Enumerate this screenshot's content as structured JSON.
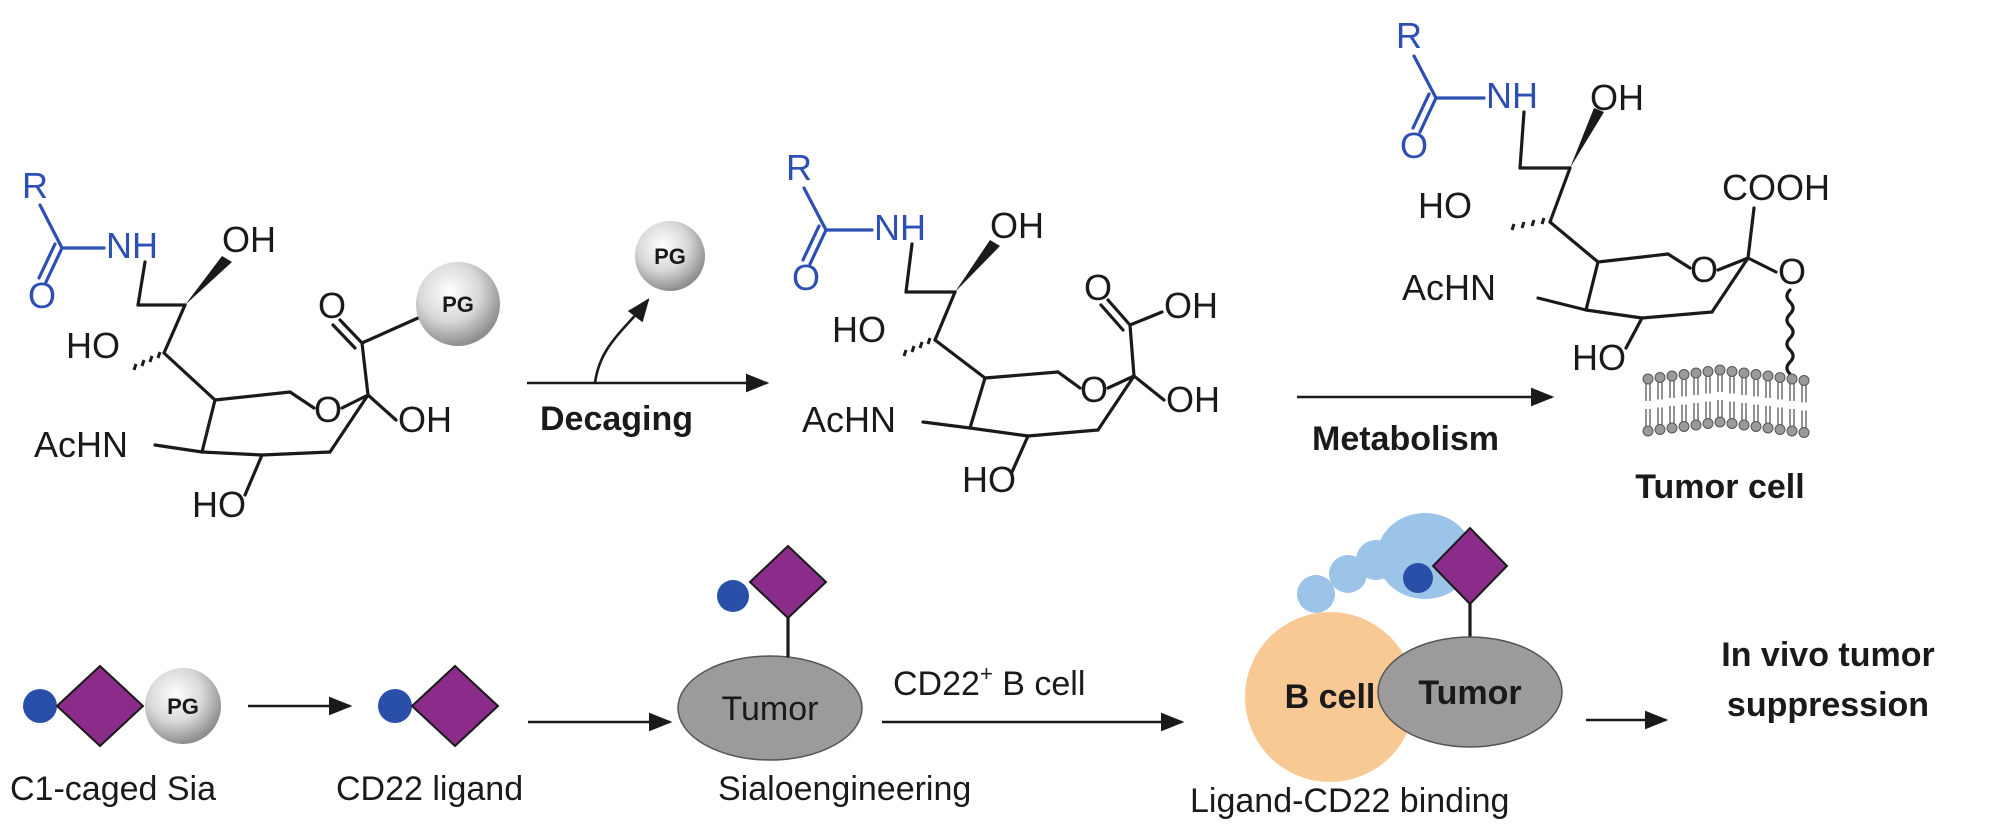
{
  "atoms": {
    "R": "R",
    "NH": "NH",
    "O": "O",
    "OH": "OH",
    "HO": "HO",
    "AcHN": "AcHN",
    "COOH": "COOH",
    "PG": "PG"
  },
  "top": {
    "decaging": "Decaging",
    "metabolism": "Metabolism",
    "tumor_cell": "Tumor cell"
  },
  "bottom": {
    "c1_caged_sia": "C1-caged Sia",
    "cd22_ligand": "CD22 ligand",
    "sialoengineering": "Sialoengineering",
    "cd22_b_cell_prefix": "CD22",
    "cd22_b_cell_sup": "+",
    "cd22_b_cell_suffix": " B cell",
    "ligand_binding": "Ligand-CD22 binding",
    "tumor": "Tumor",
    "b_cell": "B cell",
    "outcome_line1": "In vivo tumor",
    "outcome_line2": "suppression"
  },
  "colors": {
    "black": "#1a1a1a",
    "blue_text": "#2d4fb3",
    "circle_blue": "#2a4fa8",
    "diamond_purple": "#8b2c8a",
    "tumor_gray": "#9b9b9b",
    "bcell_peach": "#f8c895",
    "cd22_lightblue": "#9cc3e8"
  }
}
